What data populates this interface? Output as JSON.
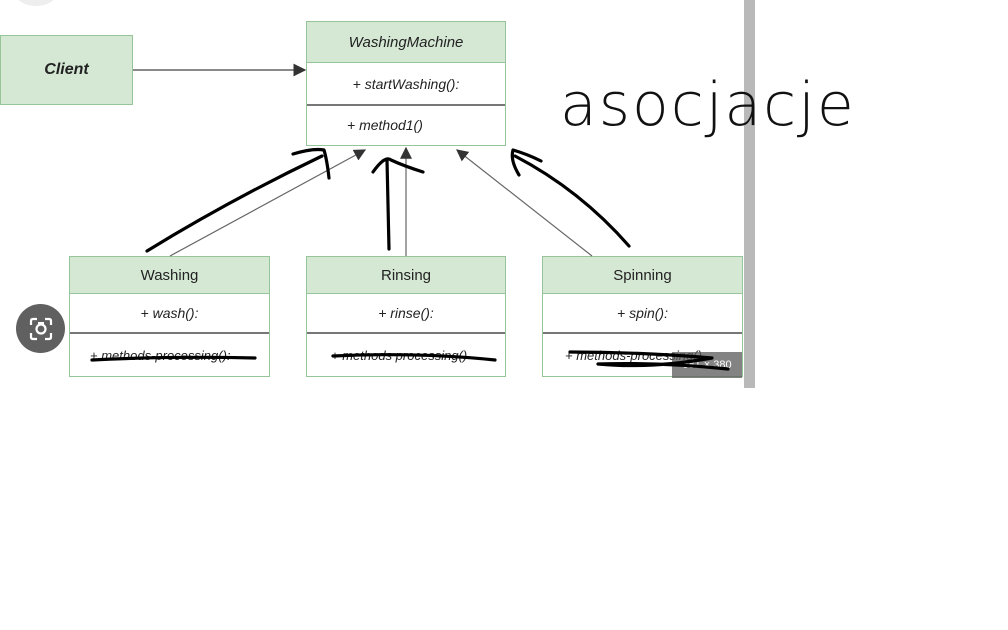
{
  "client": {
    "label": "Client"
  },
  "washing_machine": {
    "name": "WashingMachine",
    "operation1": "+ startWashing():",
    "operation2": "+ method1()"
  },
  "classes": [
    {
      "name": "Washing",
      "operation": "+ wash():",
      "struck_operation": "+ methods-processing():"
    },
    {
      "name": "Rinsing",
      "operation": "+ rinse():",
      "struck_operation": "+ methods processing()"
    },
    {
      "name": "Spinning",
      "operation": "+ spin():",
      "struck_operation": "+ methods-processing()"
    }
  ],
  "handwritten_note": "asocjacje",
  "size_badge": "681 × 380",
  "colors": {
    "class_fill": "#d5e8d4",
    "class_border": "#97c59a",
    "ink": "#000000"
  },
  "icons": {
    "lens": "camera-lens-icon"
  }
}
